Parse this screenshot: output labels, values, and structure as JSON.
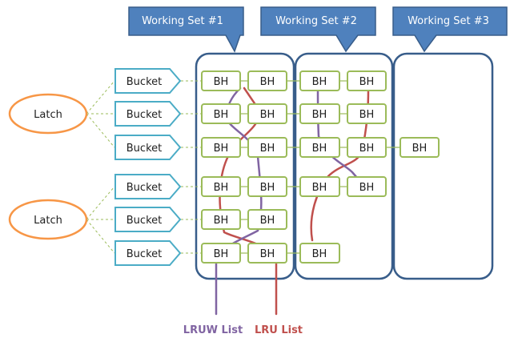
{
  "working_sets": [
    {
      "label": "Working Set #1"
    },
    {
      "label": "Working Set #2"
    },
    {
      "label": "Working Set #3"
    }
  ],
  "latches": [
    {
      "label": "Latch"
    },
    {
      "label": "Latch"
    }
  ],
  "buckets": [
    {
      "label": "Bucket"
    },
    {
      "label": "Bucket"
    },
    {
      "label": "Bucket"
    },
    {
      "label": "Bucket"
    },
    {
      "label": "Bucket"
    },
    {
      "label": "Bucket"
    }
  ],
  "buffer_header_label": "BH",
  "legend": {
    "lruw": {
      "label": "LRUW List",
      "color": "#8064a2"
    },
    "lru": {
      "label": "LRU List",
      "color": "#c0504d"
    }
  },
  "colors": {
    "working_set_fill": "#4f81bd",
    "working_set_border": "#385d8a",
    "bucket_border": "#4bacc6",
    "bh_border": "#9bbb59",
    "latch_border": "#f79646"
  }
}
